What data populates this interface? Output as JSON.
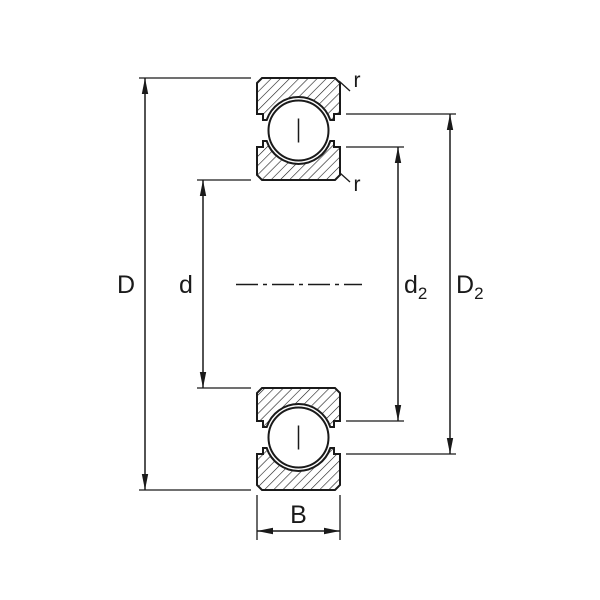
{
  "figure": {
    "type": "bearing-cross-section-dimension-drawing",
    "background": "#ffffff",
    "line_color": "#1a1a1a",
    "labels": {
      "outer_diameter": "D",
      "bore_diameter": "d",
      "inner_shoulder_main": "d",
      "inner_shoulder_sub": "2",
      "outer_shoulder_main": "D",
      "outer_shoulder_sub": "2",
      "width": "B",
      "chamfer_outer": "r",
      "chamfer_inner": "r"
    }
  }
}
